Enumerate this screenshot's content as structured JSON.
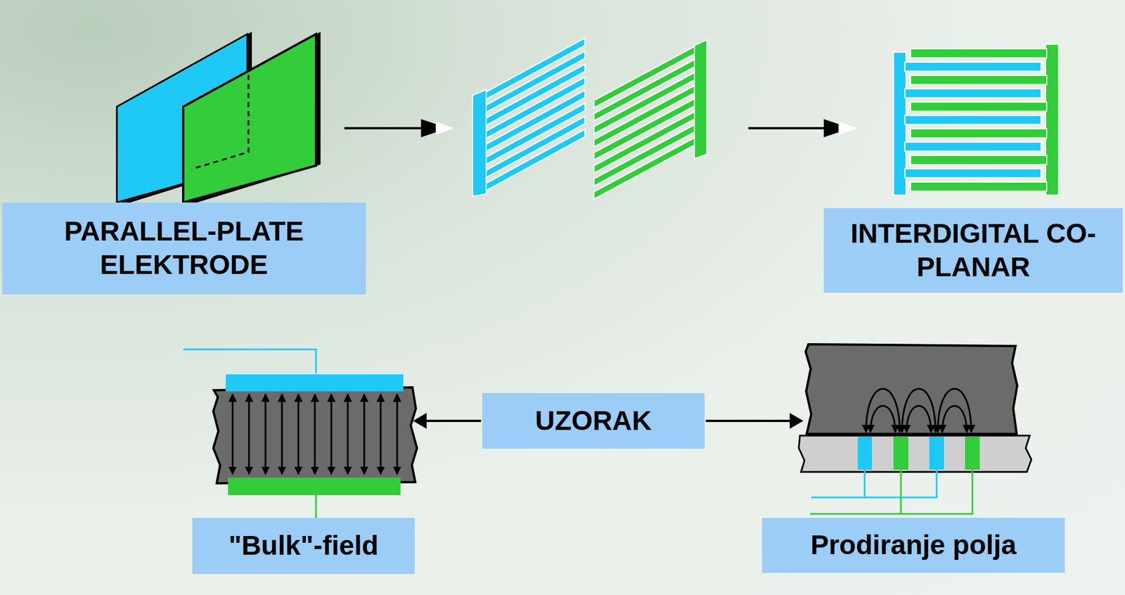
{
  "diagram": {
    "nodes": [
      {
        "text": [
          "PARALLEL-PLATE ELEKTRODE"
        ]
      },
      {
        "text": [
          "INTERDIGITAL CO-PLANAR"
        ]
      },
      {
        "text": [
          "UZORAK"
        ]
      },
      {
        "text": [
          "\"Bulk\"-field"
        ]
      },
      {
        "text": [
          "Prodiranje polja"
        ]
      }
    ]
  }
}
